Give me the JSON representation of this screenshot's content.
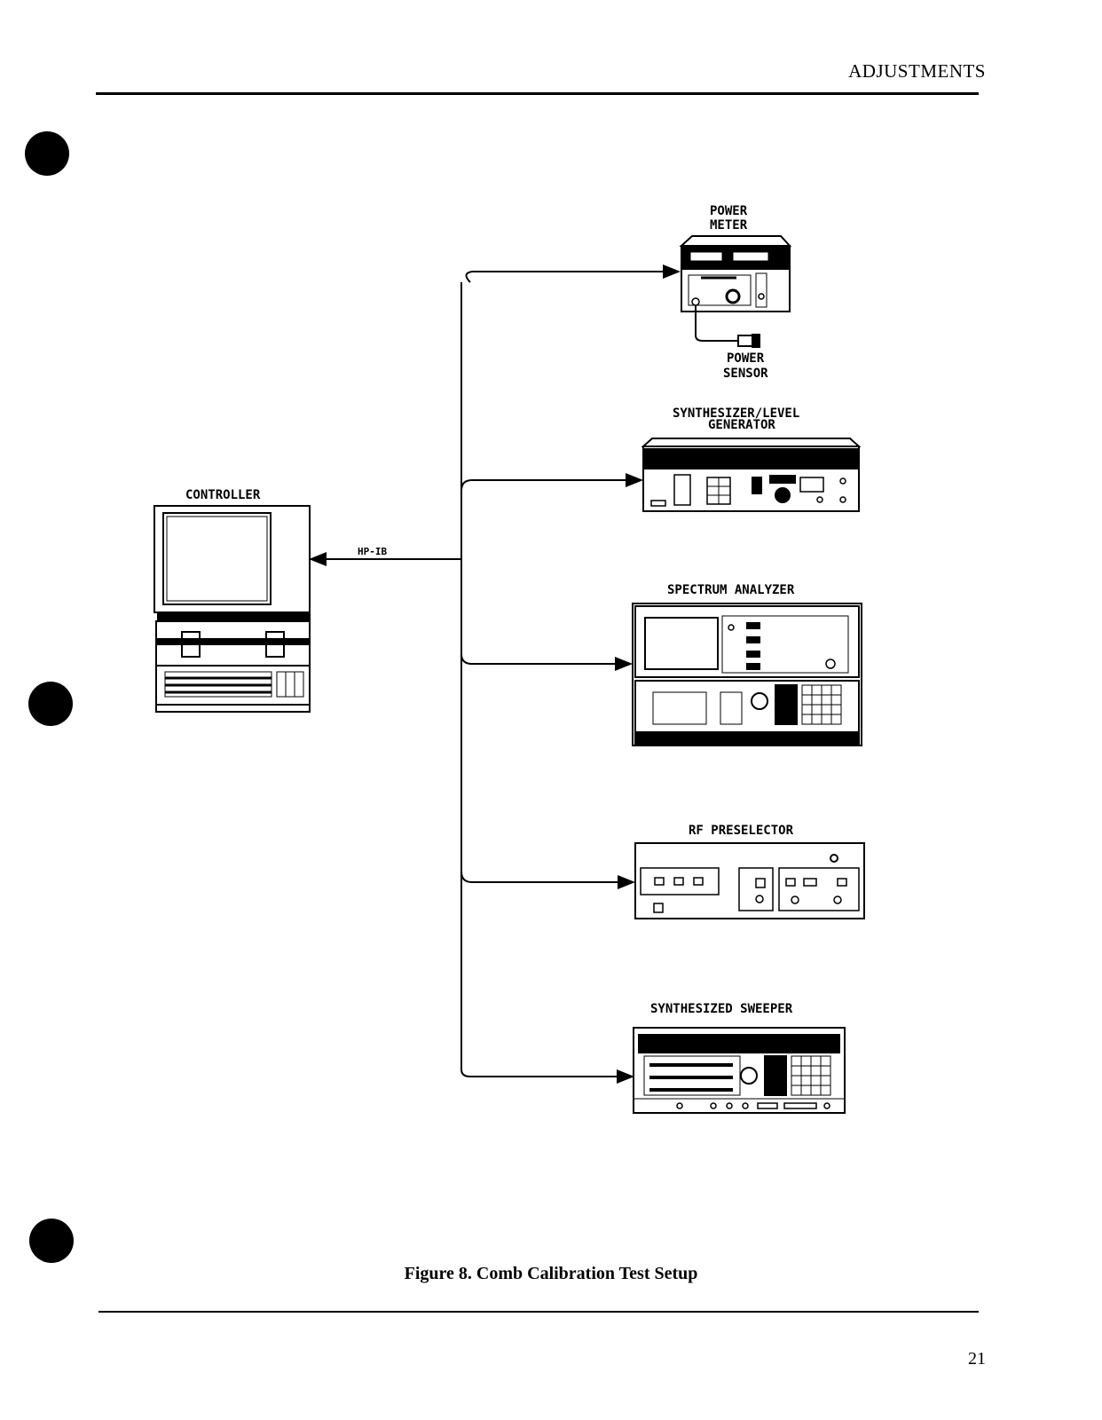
{
  "header": {
    "section_title": "ADJUSTMENTS"
  },
  "figure": {
    "caption": "Figure 8. Comb Calibration Test Setup",
    "bus_label": "HP-IB",
    "controller_label": "CONTROLLER",
    "devices": [
      {
        "line1": "POWER",
        "line2": "METER"
      },
      {
        "line1": "SYNTHESIZER/LEVEL",
        "line2": "GENERATOR"
      },
      {
        "line1": "SPECTRUM ANALYZER",
        "line2": ""
      },
      {
        "line1": "RF PRESELECTOR",
        "line2": ""
      },
      {
        "line1": "SYNTHESIZED SWEEPER",
        "line2": ""
      }
    ],
    "sensor": {
      "line1": "POWER",
      "line2": "SENSOR"
    }
  },
  "footer": {
    "page_number": "21"
  }
}
